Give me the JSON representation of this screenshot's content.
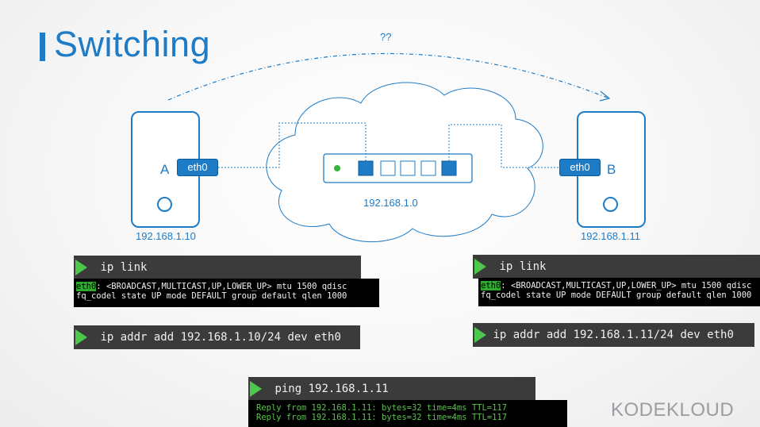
{
  "title": "Switching",
  "link_label": "??",
  "network": "192.168.1.0",
  "host_a": {
    "letter": "A",
    "port": "eth0",
    "ip": "192.168.1.10"
  },
  "host_b": {
    "letter": "B",
    "port": "eth0",
    "ip": "192.168.1.11"
  },
  "left_terminal": {
    "cmd1": "ip link",
    "out_iface": "eth0",
    "out_line1_rest": ": <BROADCAST,MULTICAST,UP,LOWER_UP> mtu 1500 qdisc",
    "out_line2": "fq_codel state UP mode DEFAULT group default qlen 1000",
    "cmd2": "ip addr add 192.168.1.10/24 dev eth0"
  },
  "right_terminal": {
    "cmd1": "ip link",
    "out_iface": "eth0",
    "out_line1_rest": ": <BROADCAST,MULTICAST,UP,LOWER_UP> mtu 1500 qdisc",
    "out_line2": "fq_codel state UP mode DEFAULT group default qlen 1000",
    "cmd2": "ip addr add 192.168.1.11/24 dev eth0"
  },
  "ping": {
    "cmd": "ping 192.168.1.11",
    "reply1": "Reply from 192.168.1.11: bytes=32 time=4ms TTL=117",
    "reply2": "Reply from 192.168.1.11: bytes=32 time=4ms TTL=117"
  },
  "logo": {
    "kode": "KODE",
    "kloud": "KLOUD"
  },
  "colors": {
    "accent": "#1e7bc6",
    "prompt": "#4cc94c",
    "terminal": "#3b3b3b"
  }
}
